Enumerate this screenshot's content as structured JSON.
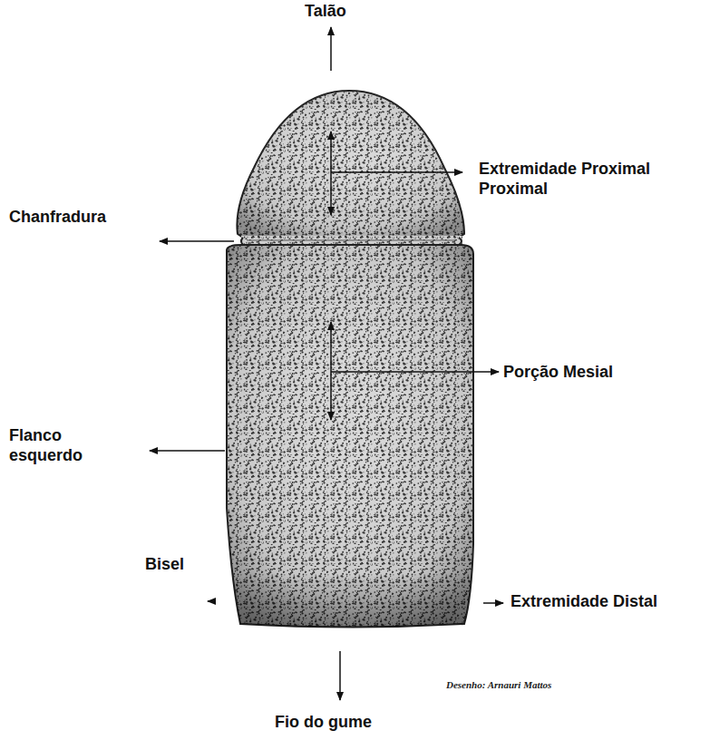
{
  "diagram": {
    "labels": [
      "Talão",
      "Extremidade Proximal",
      "Proximal",
      "Chanfradura",
      "Porção Mesial",
      "Flanco esquerdo",
      "Bisel",
      "Extremidade Distal",
      "Fio do gume",
      "Desenho: Arnauri Mattos"
    ]
  }
}
